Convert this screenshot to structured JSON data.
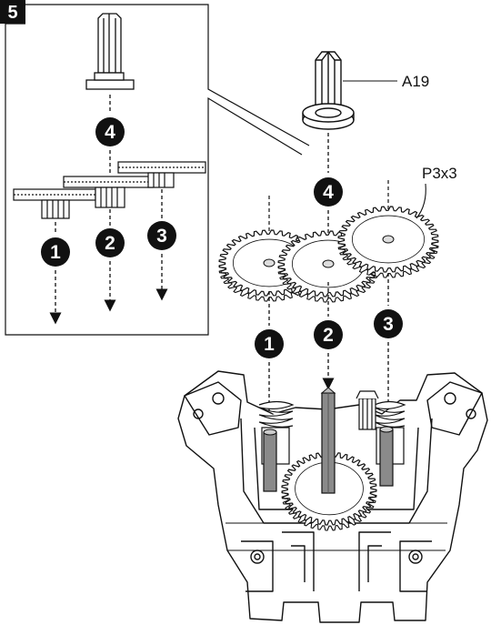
{
  "step_number": "5",
  "part_labels": {
    "shaft_label": "A19",
    "gear_label": "P3x3"
  },
  "callouts": {
    "inset_pin": "4",
    "inset_gear_left": "1",
    "inset_gear_middle": "2",
    "inset_gear_right": "3",
    "main_pin": "4",
    "main_gear_left": "1",
    "main_gear_middle": "2",
    "main_gear_right": "3"
  },
  "colors": {
    "ink": "#111111",
    "paper": "#ffffff",
    "shaft_gray": "#8a8a8a"
  }
}
